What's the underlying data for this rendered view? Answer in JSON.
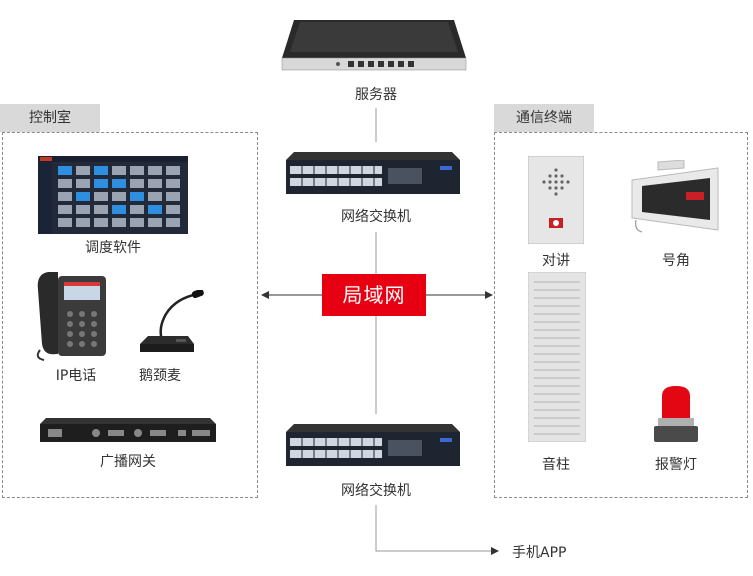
{
  "nodes": {
    "server": "服务器",
    "switch_top": "网络交换机",
    "lan": "局域网",
    "switch_bottom": "网络交换机",
    "mobile_app": "手机APP"
  },
  "groups": {
    "control_room": {
      "title": "控制室",
      "items": {
        "dispatch_software": "调度软件",
        "ip_phone": "IP电话",
        "gooseneck_mic": "鹅颈麦",
        "broadcast_gateway": "广播网关"
      }
    },
    "comm_terminals": {
      "title": "通信终端",
      "items": {
        "intercom": "对讲",
        "horn": "号角",
        "column_speaker": "音柱",
        "alarm_light": "报警灯"
      }
    }
  },
  "colors": {
    "lan_red": "#e60012",
    "dashed_border": "#8a8a8a",
    "tab_gray": "#d9d9d9",
    "line_gray": "#bbbbbb"
  }
}
